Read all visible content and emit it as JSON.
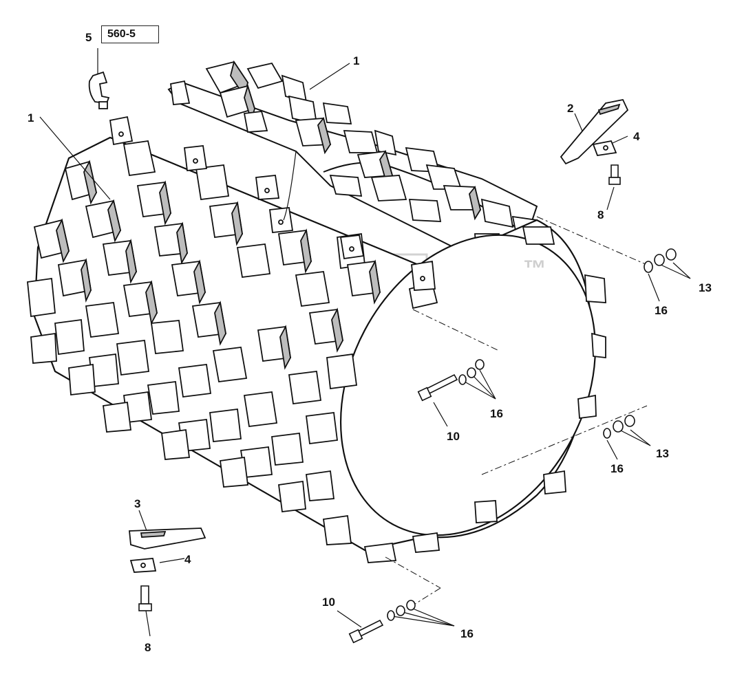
{
  "watermark": {
    "text": "",
    "trademark": "™"
  },
  "reference_box": {
    "label": "560-5"
  },
  "callouts": [
    {
      "id": "c5",
      "text": "5"
    },
    {
      "id": "c1a",
      "text": "1"
    },
    {
      "id": "c1b",
      "text": "1"
    },
    {
      "id": "c2",
      "text": "2"
    },
    {
      "id": "c4a",
      "text": "4"
    },
    {
      "id": "c8a",
      "text": "8"
    },
    {
      "id": "c13a",
      "text": "13"
    },
    {
      "id": "c16a",
      "text": "16"
    },
    {
      "id": "c16b",
      "text": "16"
    },
    {
      "id": "c10a",
      "text": "10"
    },
    {
      "id": "c13b",
      "text": "13"
    },
    {
      "id": "c16c",
      "text": "16"
    },
    {
      "id": "c3",
      "text": "3"
    },
    {
      "id": "c4b",
      "text": "4"
    },
    {
      "id": "c8b",
      "text": "8"
    },
    {
      "id": "c10b",
      "text": "10"
    },
    {
      "id": "c16d",
      "text": "16"
    }
  ],
  "colors": {
    "line": "#111111",
    "watermark": "#d2d2d2",
    "fill": "#ffffff",
    "shade": "#bdbdbd"
  }
}
